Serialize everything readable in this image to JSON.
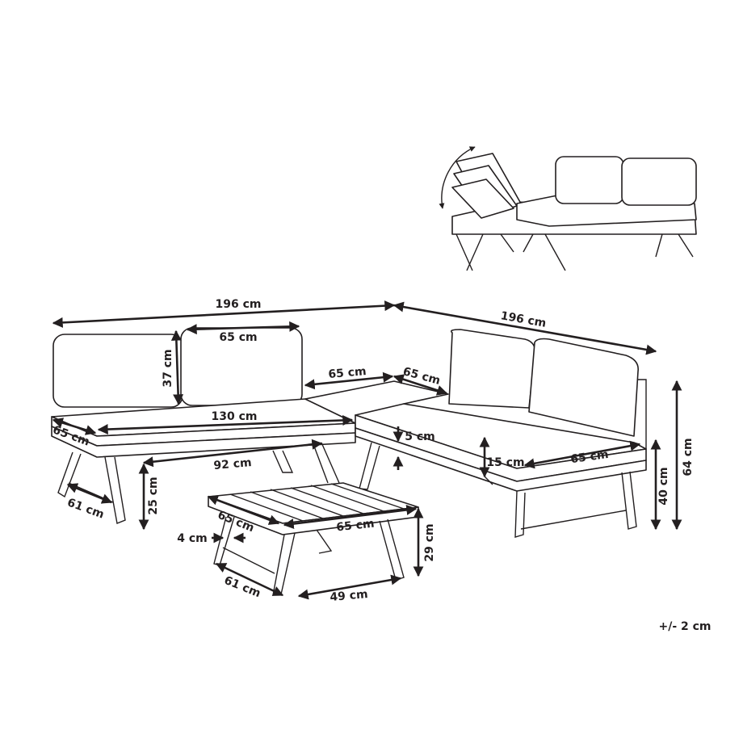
{
  "dimensions": {
    "total_width_left": "196 cm",
    "total_width_right": "196 cm",
    "back_cushion_width": "65 cm",
    "back_cushion_height": "37 cm",
    "corner_width": "65 cm",
    "corner_depth": "65 cm",
    "seat_width": "130 cm",
    "seat_depth_left": "65 cm",
    "cushion_thickness": "5 cm",
    "leg_span": "92 cm",
    "frame_height": "15 cm",
    "seat_depth_right": "65 cm",
    "seat_height": "40 cm",
    "total_height": "64 cm",
    "leg_depth": "61 cm",
    "under_clearance": "25 cm",
    "table_depth": "65 cm",
    "table_width": "65 cm",
    "table_leg_thickness": "4 cm",
    "table_height": "29 cm",
    "table_leg_depth": "61 cm",
    "table_leg_span": "49 cm"
  },
  "tolerance": "+/- 2 cm",
  "colors": {
    "line": "#231f20",
    "background": "#ffffff"
  }
}
